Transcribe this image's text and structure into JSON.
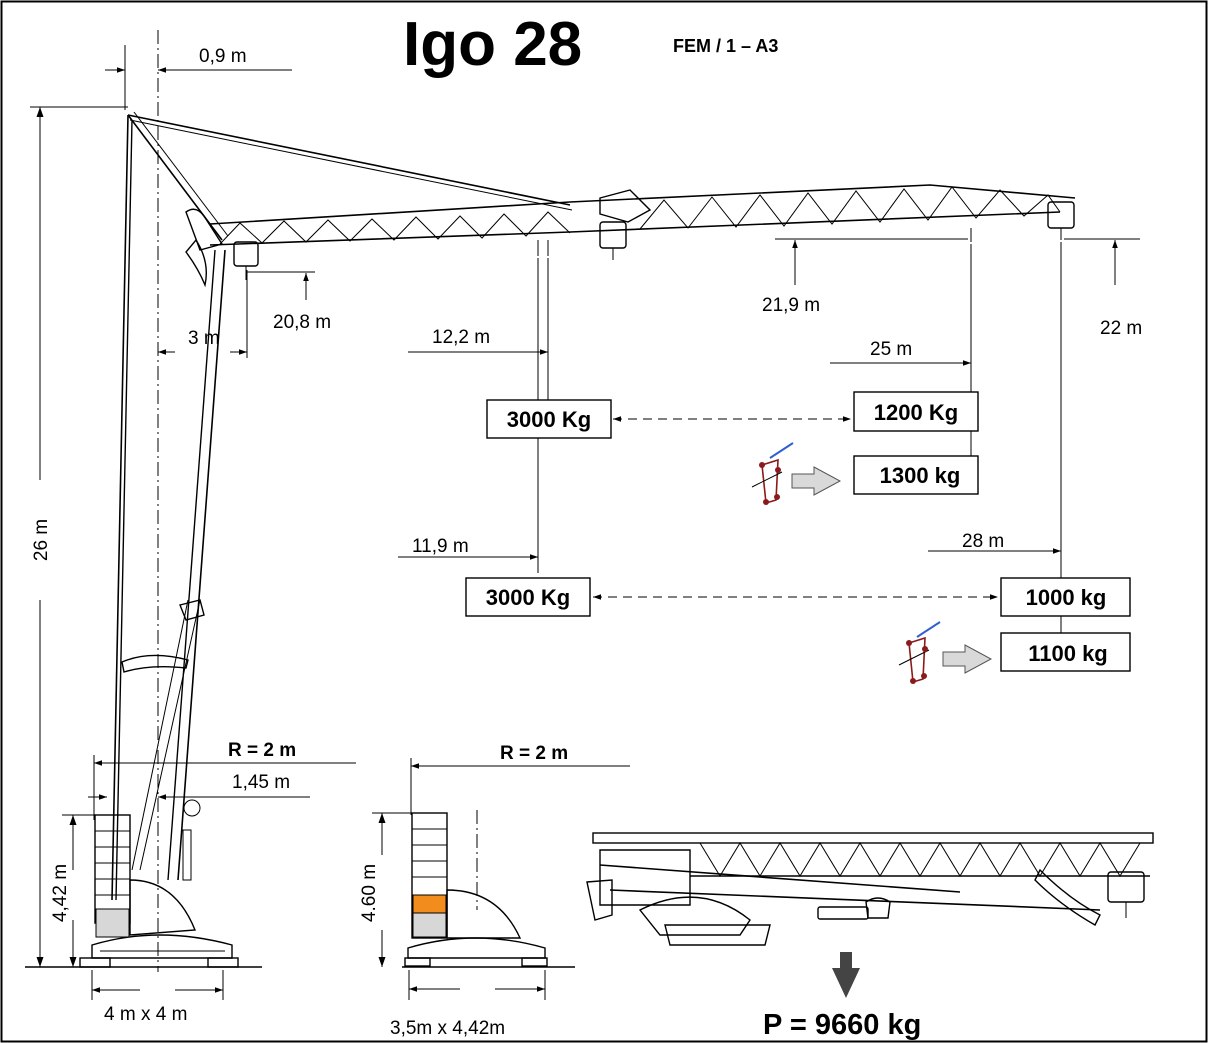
{
  "title": "Igo 28",
  "classification": "FEM / 1 – A3",
  "dimensions": {
    "top_offset": "0,9 m",
    "height": "26 m",
    "hook_height_1": "20,8 m",
    "min_radius": "3 m",
    "hook_height_2": "21,9 m",
    "hook_height_3": "22 m",
    "radius_1": "12,2 m",
    "radius_2": "11,9 m",
    "radius_3": "25 m",
    "radius_4": "28 m",
    "tail_radius": "R = 2 m",
    "tail_radius_2": "1,45 m",
    "ballast_height": "4,42 m",
    "base_size": "4 m x 4 m",
    "transport_tail_radius": "R = 2 m",
    "transport_ballast_height": "4.60 m",
    "transport_base_size": "3,5m x 4,42m"
  },
  "loads": {
    "load_1": "3000 Kg",
    "load_2": "3000 Kg",
    "load_3": "1200 Kg",
    "load_4": "1300 kg",
    "load_5": "1000 kg",
    "load_6": "1100 kg"
  },
  "weight": "P = 9660 kg",
  "colors": {
    "ballast_accent": "#f28c1c",
    "mode_arrow_fill": "#d9d9d9",
    "hook_marker": "#8b1a1a",
    "pennant": "#2f5fd0"
  }
}
